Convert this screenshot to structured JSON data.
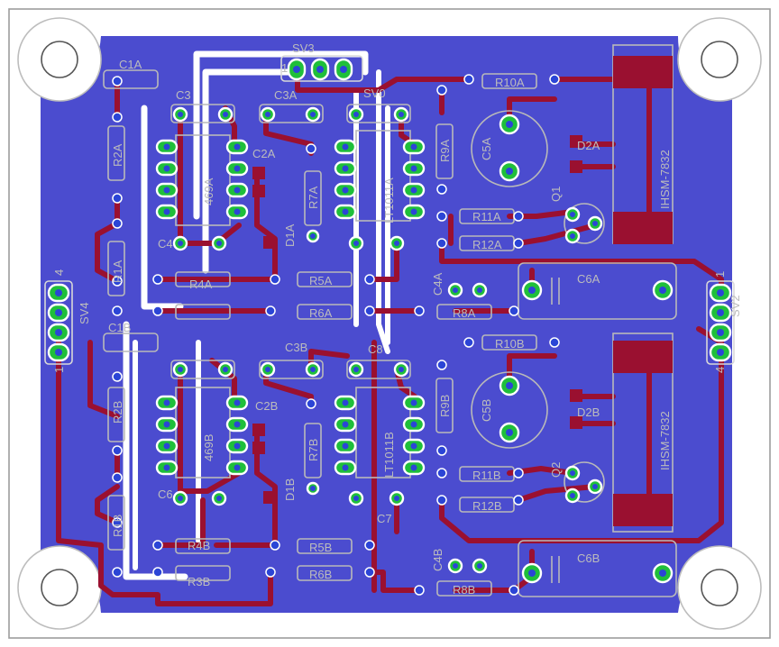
{
  "board": {
    "colors": {
      "copper_bottom": "#4b4ccf",
      "trace_top": "#9a1030",
      "pad": "#1fbf3a",
      "silk": "#b9b9b9",
      "outline": "#9c9c9c"
    },
    "labels": {
      "sv3": "SV3",
      "sv4": "SV4",
      "sv2": "SV2",
      "pin1": "1",
      "pin4": "4",
      "c1a": "C1A",
      "c1b": "C1B",
      "c3": "C3",
      "c3a": "C3A",
      "c3b": "C3B",
      "c2a": "C2A",
      "c2b": "C2B",
      "c4": "C4",
      "c6": "C6",
      "c7": "C7",
      "c8": "C8",
      "c4a": "C4A",
      "c4b": "C4B",
      "c5a": "C5A",
      "c5b": "C5B",
      "c6a": "C6A",
      "c6b": "C6B",
      "r1a": "R1A",
      "r1b": "R1B",
      "r2a": "R2A",
      "r2b": "R2B",
      "r3b": "R3B",
      "r4a": "R4A",
      "r4b": "R4B",
      "r5a": "R5A",
      "r5b": "R5B",
      "r6a": "R6A",
      "r6b": "R6B",
      "r7a": "R7A",
      "r7b": "R7B",
      "r8a": "R8A",
      "r8b": "R8B",
      "r9a": "R9A",
      "r9b": "R9B",
      "r10a": "R10A",
      "r10b": "R10B",
      "r11a": "R11A",
      "r11b": "R11B",
      "r12a": "R12A",
      "r12b": "R12B",
      "d1a": "D1A",
      "d1b": "D1B",
      "d2a": "D2A",
      "d2b": "D2B",
      "q1": "Q1",
      "q2": "Q2",
      "ihsm1": "IHSM-7832",
      "ihsm2": "IHSM-7832",
      "ic1": "469A",
      "ic2": "469B",
      "ic3": "LT1011A",
      "ic4": "LT1011B",
      "sv0": "SV0"
    }
  }
}
